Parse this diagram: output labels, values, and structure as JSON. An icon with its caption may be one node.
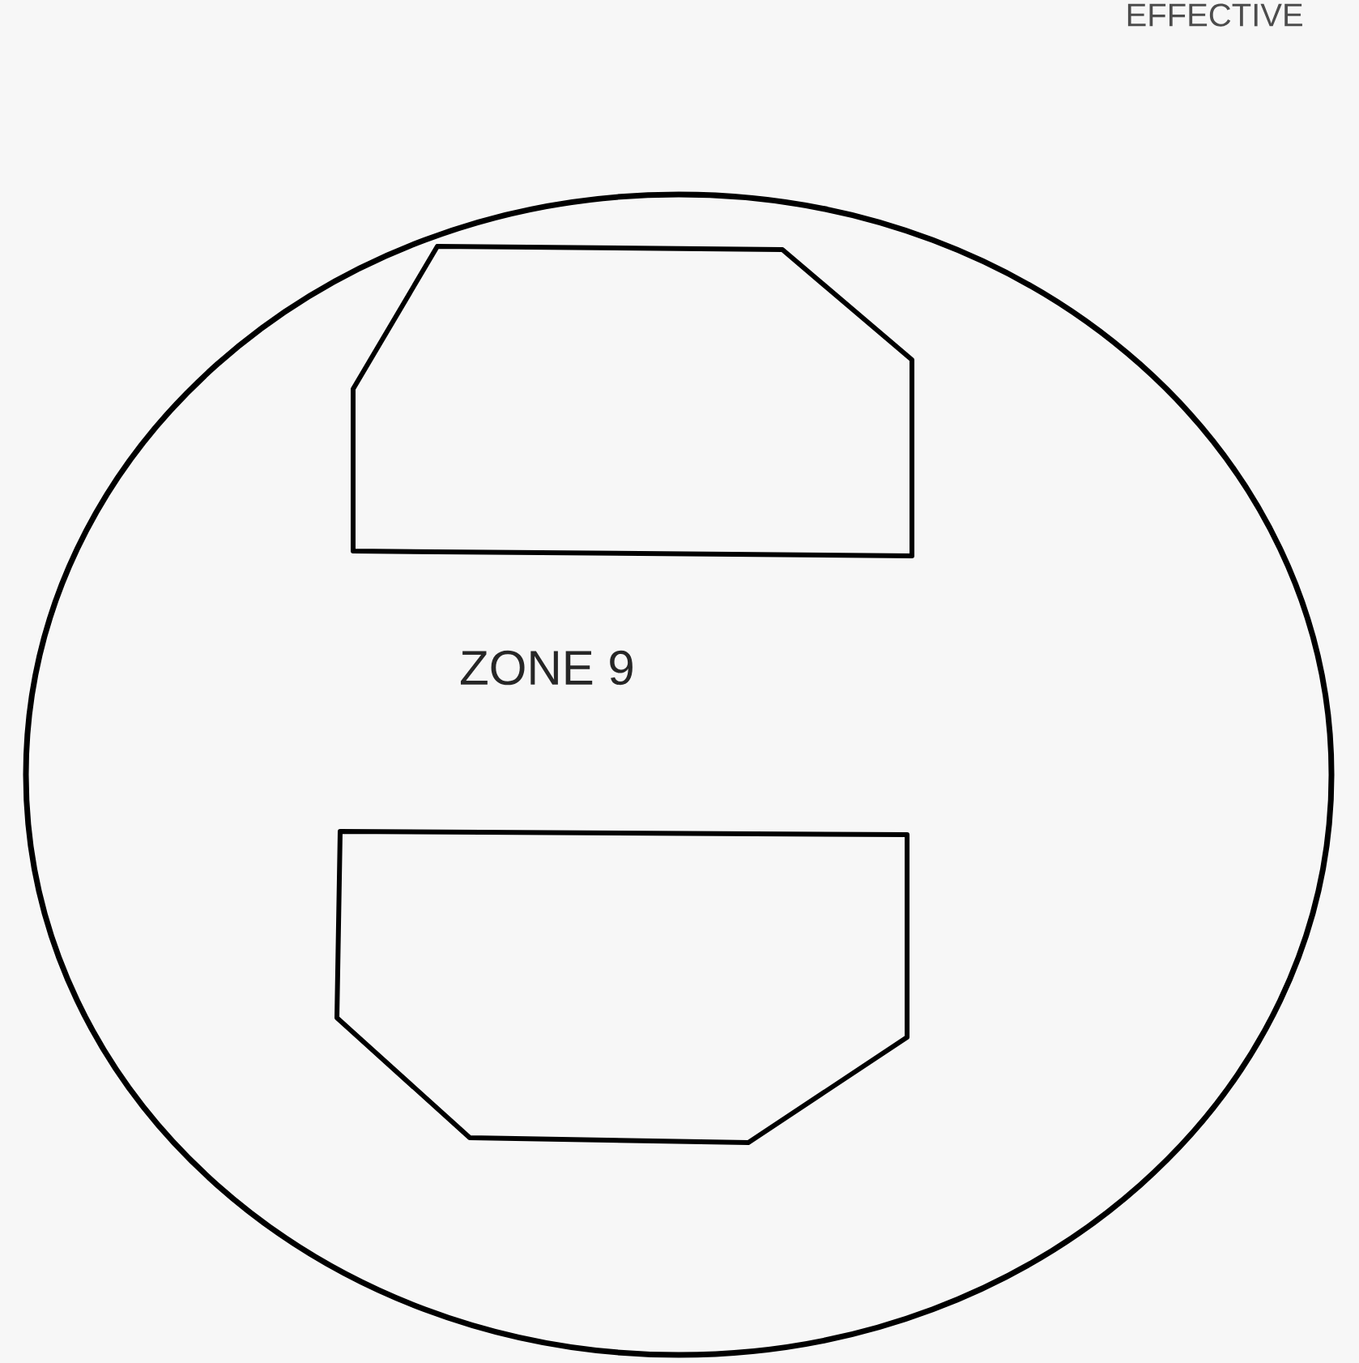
{
  "diagram": {
    "nodes": [
      {
        "text": [
          "ZONE 9"
        ]
      },
      {
        "text": [],
        "shape": "box",
        "in": 0
      },
      {
        "text": [],
        "shape": "box",
        "in": 0
      }
    ],
    "labels": [
      "EFFECTIVE"
    ]
  }
}
